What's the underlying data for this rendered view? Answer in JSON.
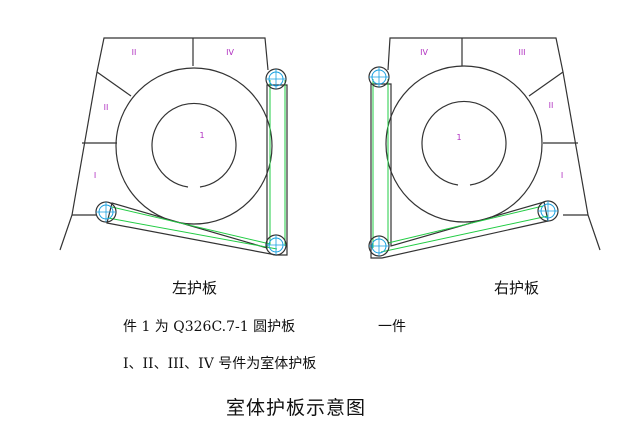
{
  "left_plate": {
    "segment_labels": [
      "II",
      "IV",
      "II",
      "I"
    ],
    "circle_label": "1",
    "caption": "左护板"
  },
  "right_plate": {
    "segment_labels": [
      "IV",
      "III",
      "II",
      "I"
    ],
    "circle_label": "1",
    "caption": "右护板"
  },
  "notes": {
    "line1": "件 1 为 Q326C.7-1 圆护板",
    "line1_qty": "一件",
    "line2": "I、II、III、IV 号件为室体护板"
  },
  "title": "室体护板示意图",
  "colors": {
    "outline": "#333333",
    "segment_label": "#b030c0",
    "belt": "#22cc44",
    "pulley": "#18a0e0"
  }
}
